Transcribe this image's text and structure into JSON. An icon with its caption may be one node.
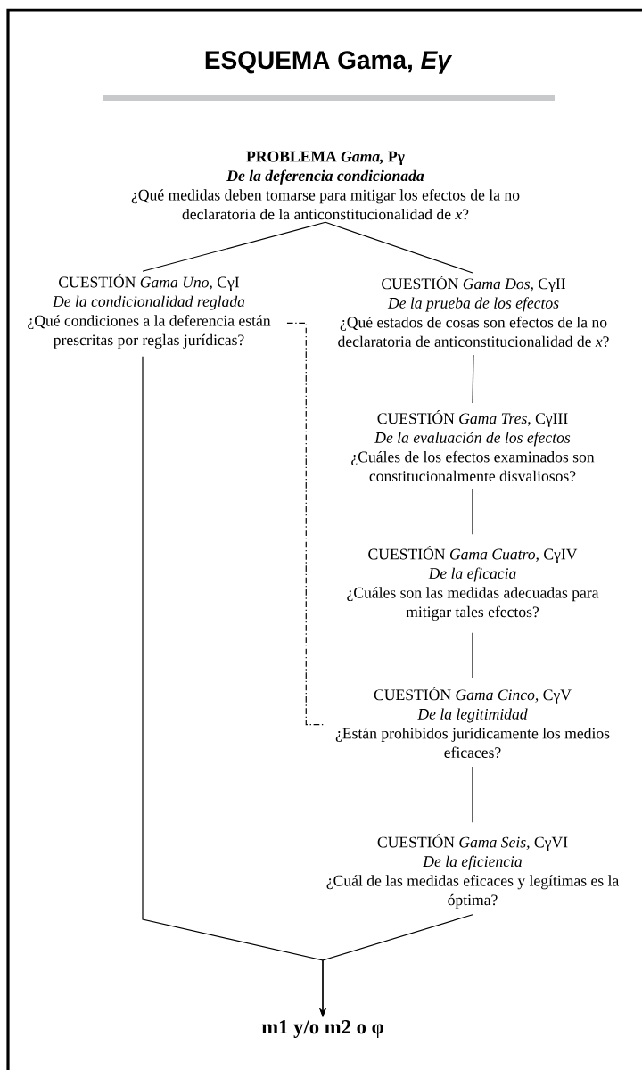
{
  "diagram": {
    "title": "ESQUEMA Gama, *Eγ*",
    "nodes": [
      {
        "text": [
          "PROBLEMA *Gama,* Pγ",
          "De la deferencia condicionada",
          "¿Qué medidas deben tomarse para mitigar los efectos de la no declaratoria de la anticonstitucionalidad de *x*?"
        ]
      },
      {
        "text": [
          "CUESTIÓN *Gama Uno,* CγI",
          "De la condicionalidad reglada",
          "¿Qué condiciones a la deferencia están prescritas por reglas jurídicas?"
        ]
      },
      {
        "text": [
          "CUESTIÓN *Gama Dos*, CγII",
          "De la prueba de los efectos",
          "¿Qué estados de cosas son efectos de la no declaratoria de anticonstitucionalidad de *x*?"
        ]
      },
      {
        "text": [
          "CUESTIÓN *Gama Tres*, CγIII",
          "De la evaluación de los efectos",
          "¿Cuáles de los efectos examinados son constitucionalmente disvaliosos?"
        ]
      },
      {
        "text": [
          "CUESTIÓN *Gama Cuatro*, CγIV",
          "De la eficacia",
          "¿Cuáles son las medidas adecuadas para mitigar tales efectos?"
        ]
      },
      {
        "text": [
          "CUESTIÓN *Gama Cinco,* CγV",
          "De la legitimidad",
          "¿Están prohibidos jurídicamente los medios eficaces?"
        ]
      },
      {
        "text": [
          "CUESTIÓN *Gama Seis,* CγVI",
          "De la eficiencia",
          "¿Cuál de las medidas eficaces y legítimas es la óptima?"
        ]
      },
      {
        "text": [
          "m1 y/o m2 o φ"
        ]
      }
    ],
    "edges": [
      {
        "from": 0,
        "to": 1,
        "arrow": "none"
      },
      {
        "from": 0,
        "to": 2,
        "arrow": "none"
      },
      {
        "from": 2,
        "to": 3,
        "arrow": "none"
      },
      {
        "from": 3,
        "to": 4,
        "arrow": "none"
      },
      {
        "from": 4,
        "to": 5,
        "arrow": "none"
      },
      {
        "from": 5,
        "to": 6,
        "arrow": "none"
      },
      {
        "from": 1,
        "to": 7,
        "arrow": "to"
      },
      {
        "from": 6,
        "to": 7,
        "arrow": "to"
      },
      {
        "from": 1,
        "to": 5,
        "arrow": "none",
        "style": "dashed"
      }
    ]
  }
}
